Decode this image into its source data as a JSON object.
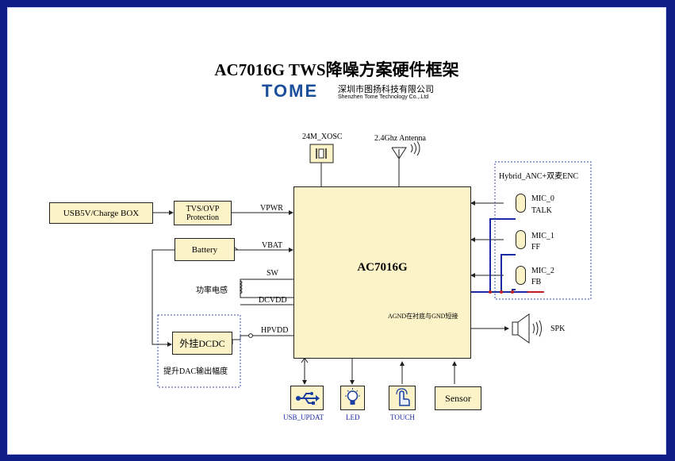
{
  "title": "AC7016G TWS降噪方案硬件框架",
  "logo": {
    "mark": "TOME",
    "company_cn": "深圳市图扬科技有限公司",
    "company_en": "Shenzhen Tome Technology Co.,.Ltd"
  },
  "chip": {
    "name": "AC7016G",
    "note": "AGND在衬底与GND短接"
  },
  "top": {
    "xosc": "24M_XOSC",
    "antenna": "2.4Ghz Antenna"
  },
  "left": {
    "usb": "USB5V/Charge BOX",
    "tvs_line1": "TVS/OVP",
    "tvs_line2": "Protection",
    "battery": "Battery",
    "dcdc": "外挂DCDC",
    "dcdc_note": "提升DAC输出幅度",
    "inductor": "功率电感",
    "pins": {
      "vpwr": "VPWR",
      "vbat": "VBAT",
      "sw": "SW",
      "dcvdd": "DCVDD",
      "hpvdd": "HPVDD"
    }
  },
  "mics": {
    "group": "Hybrid_ANC+双麦ENC",
    "items": [
      {
        "name": "MIC_0",
        "role": "TALK"
      },
      {
        "name": "MIC_1",
        "role": "FF"
      },
      {
        "name": "MIC_2",
        "role": "FB"
      }
    ]
  },
  "spk": "SPK",
  "bottom": {
    "usb_update": "USB_UPDAT",
    "led": "LED",
    "touch": "TOUCH",
    "sensor": "Sensor"
  },
  "colors": {
    "border": "#0f1f8a",
    "box_fill": "#fcf4c8",
    "dashed": "#3a4fb0",
    "mic_wire": "#1a2aa0",
    "gnd": "#d62020",
    "icon_bg": "#e8eefc"
  }
}
